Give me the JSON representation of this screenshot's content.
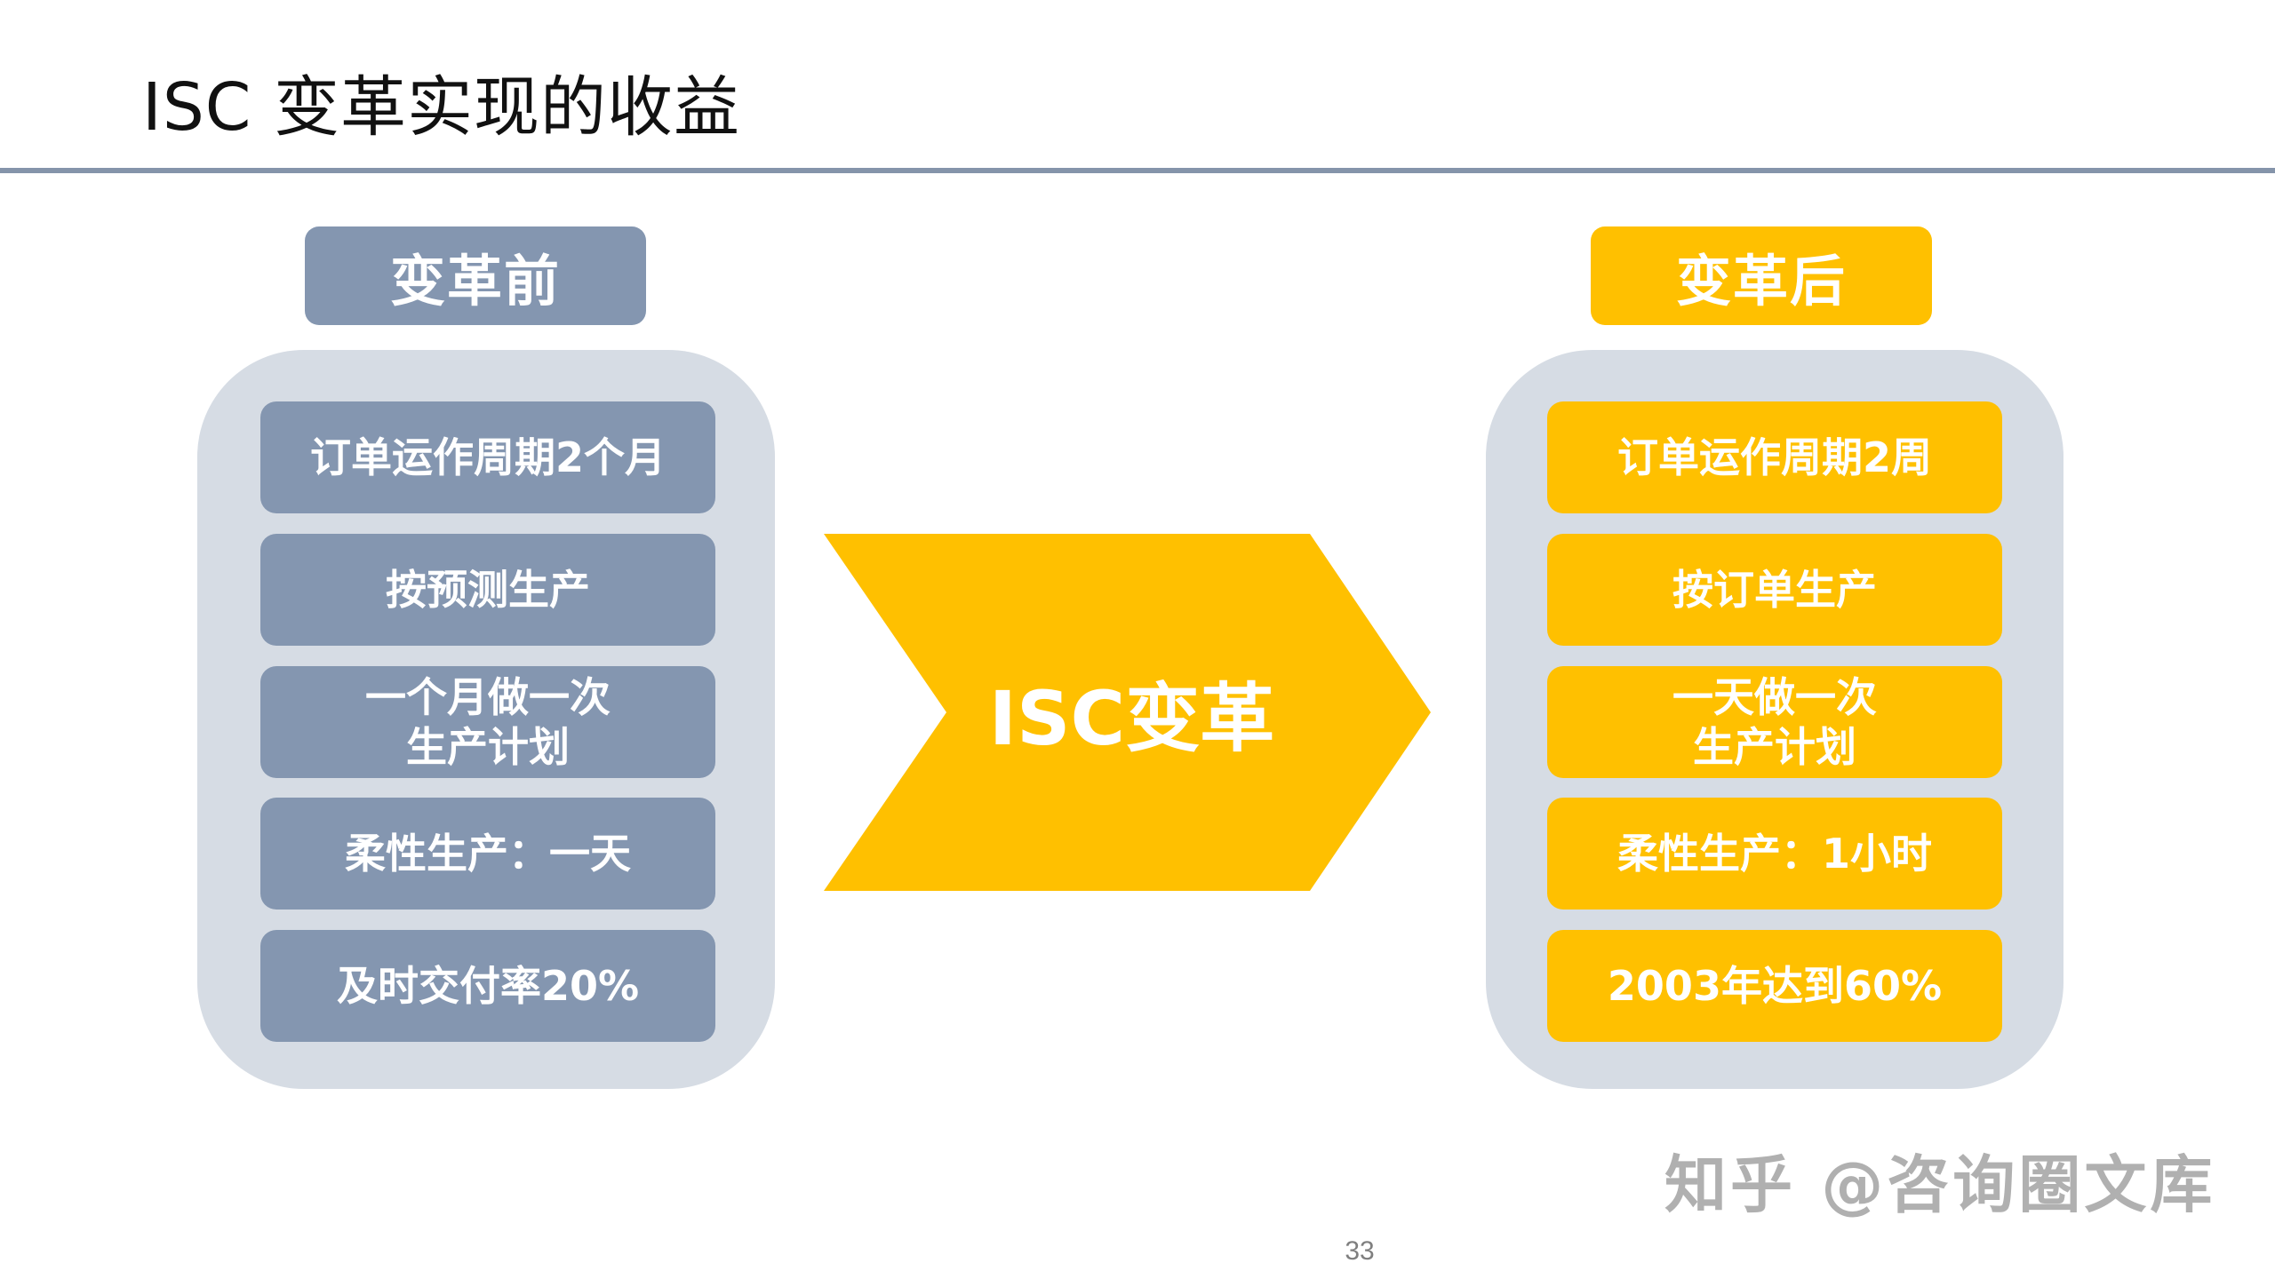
{
  "slide": {
    "title": "ISC 变革实现的收益",
    "page_number": "33",
    "watermark": "知乎 @咨询圈文库"
  },
  "colors": {
    "before_accent": "#8496b0",
    "after_accent": "#ffc000",
    "panel_bg": "#d6dce4",
    "rule": "#8594aa"
  },
  "before": {
    "header": "变革前",
    "items": [
      {
        "lines": [
          "订单运作周期2个月"
        ]
      },
      {
        "lines": [
          "按预测生产"
        ]
      },
      {
        "lines": [
          "一个月做一次",
          "生产计划"
        ]
      },
      {
        "lines": [
          "柔性生产：一天"
        ]
      },
      {
        "lines": [
          "及时交付率20%"
        ]
      }
    ]
  },
  "transition": {
    "label": "ISC变革"
  },
  "after": {
    "header": "变革后",
    "items": [
      {
        "lines": [
          "订单运作周期2周"
        ]
      },
      {
        "lines": [
          "按订单生产"
        ]
      },
      {
        "lines": [
          "一天做一次",
          "生产计划"
        ]
      },
      {
        "lines": [
          "柔性生产：1小时"
        ]
      },
      {
        "lines": [
          "2003年达到60%"
        ]
      }
    ]
  }
}
